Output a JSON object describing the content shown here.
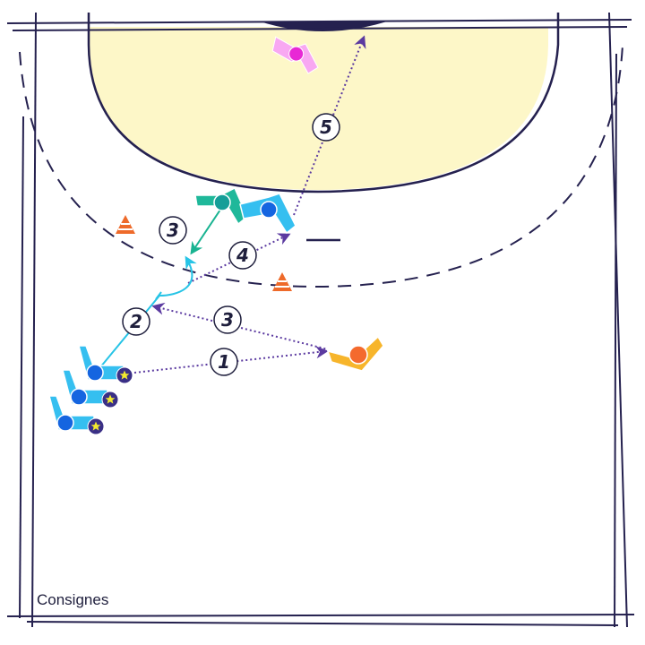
{
  "caption": "Consignes",
  "colors": {
    "line": "#25214f",
    "goal_area": "#fdf7c8",
    "pass_arrow": "#5b3aa0",
    "run_cyan": "#27c4e6",
    "run_green": "#19b391",
    "attacker": "#35bff0",
    "attacker_body": "#1565e0",
    "pivot": "#1fb89a",
    "defender": "#f7b52b",
    "defender_body": "#f46a2e",
    "goalkeeper": "#f8a8f2",
    "goalkeeper_body": "#e828d5",
    "ball": "#f3ea2e",
    "cone": "#ee6a2a"
  },
  "sequence_labels": [
    "1",
    "2",
    "3",
    "3",
    "4",
    "5"
  ],
  "players": {
    "attackers_queue": 3,
    "pivot": 1,
    "right_back": 1,
    "defender": 1,
    "goalkeeper": 1
  },
  "cones": 2,
  "icons": [
    "ball-icon",
    "cone-icon",
    "player-icon"
  ]
}
